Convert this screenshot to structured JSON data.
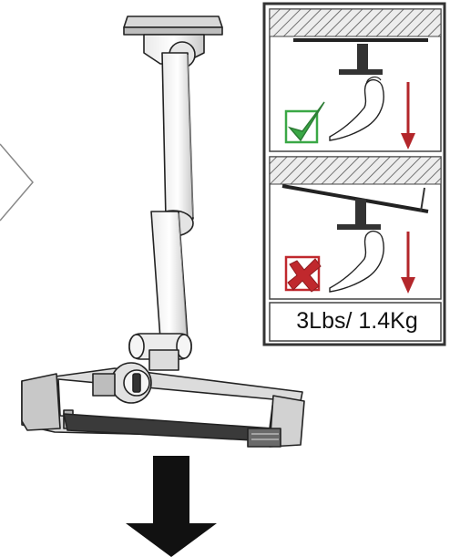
{
  "instruction_panel": {
    "correct_mark": "checkmark-icon",
    "incorrect_mark": "x-mark-icon",
    "weight_limit": "3Lbs/ 1.4Kg"
  },
  "colors": {
    "correct_green": "#3aa846",
    "incorrect_red": "#c0282d",
    "arrow_red": "#b3262a",
    "outline": "#222222"
  },
  "illustration": {
    "product": "ceiling-tablet-mount",
    "big_arrow_direction": "down"
  }
}
